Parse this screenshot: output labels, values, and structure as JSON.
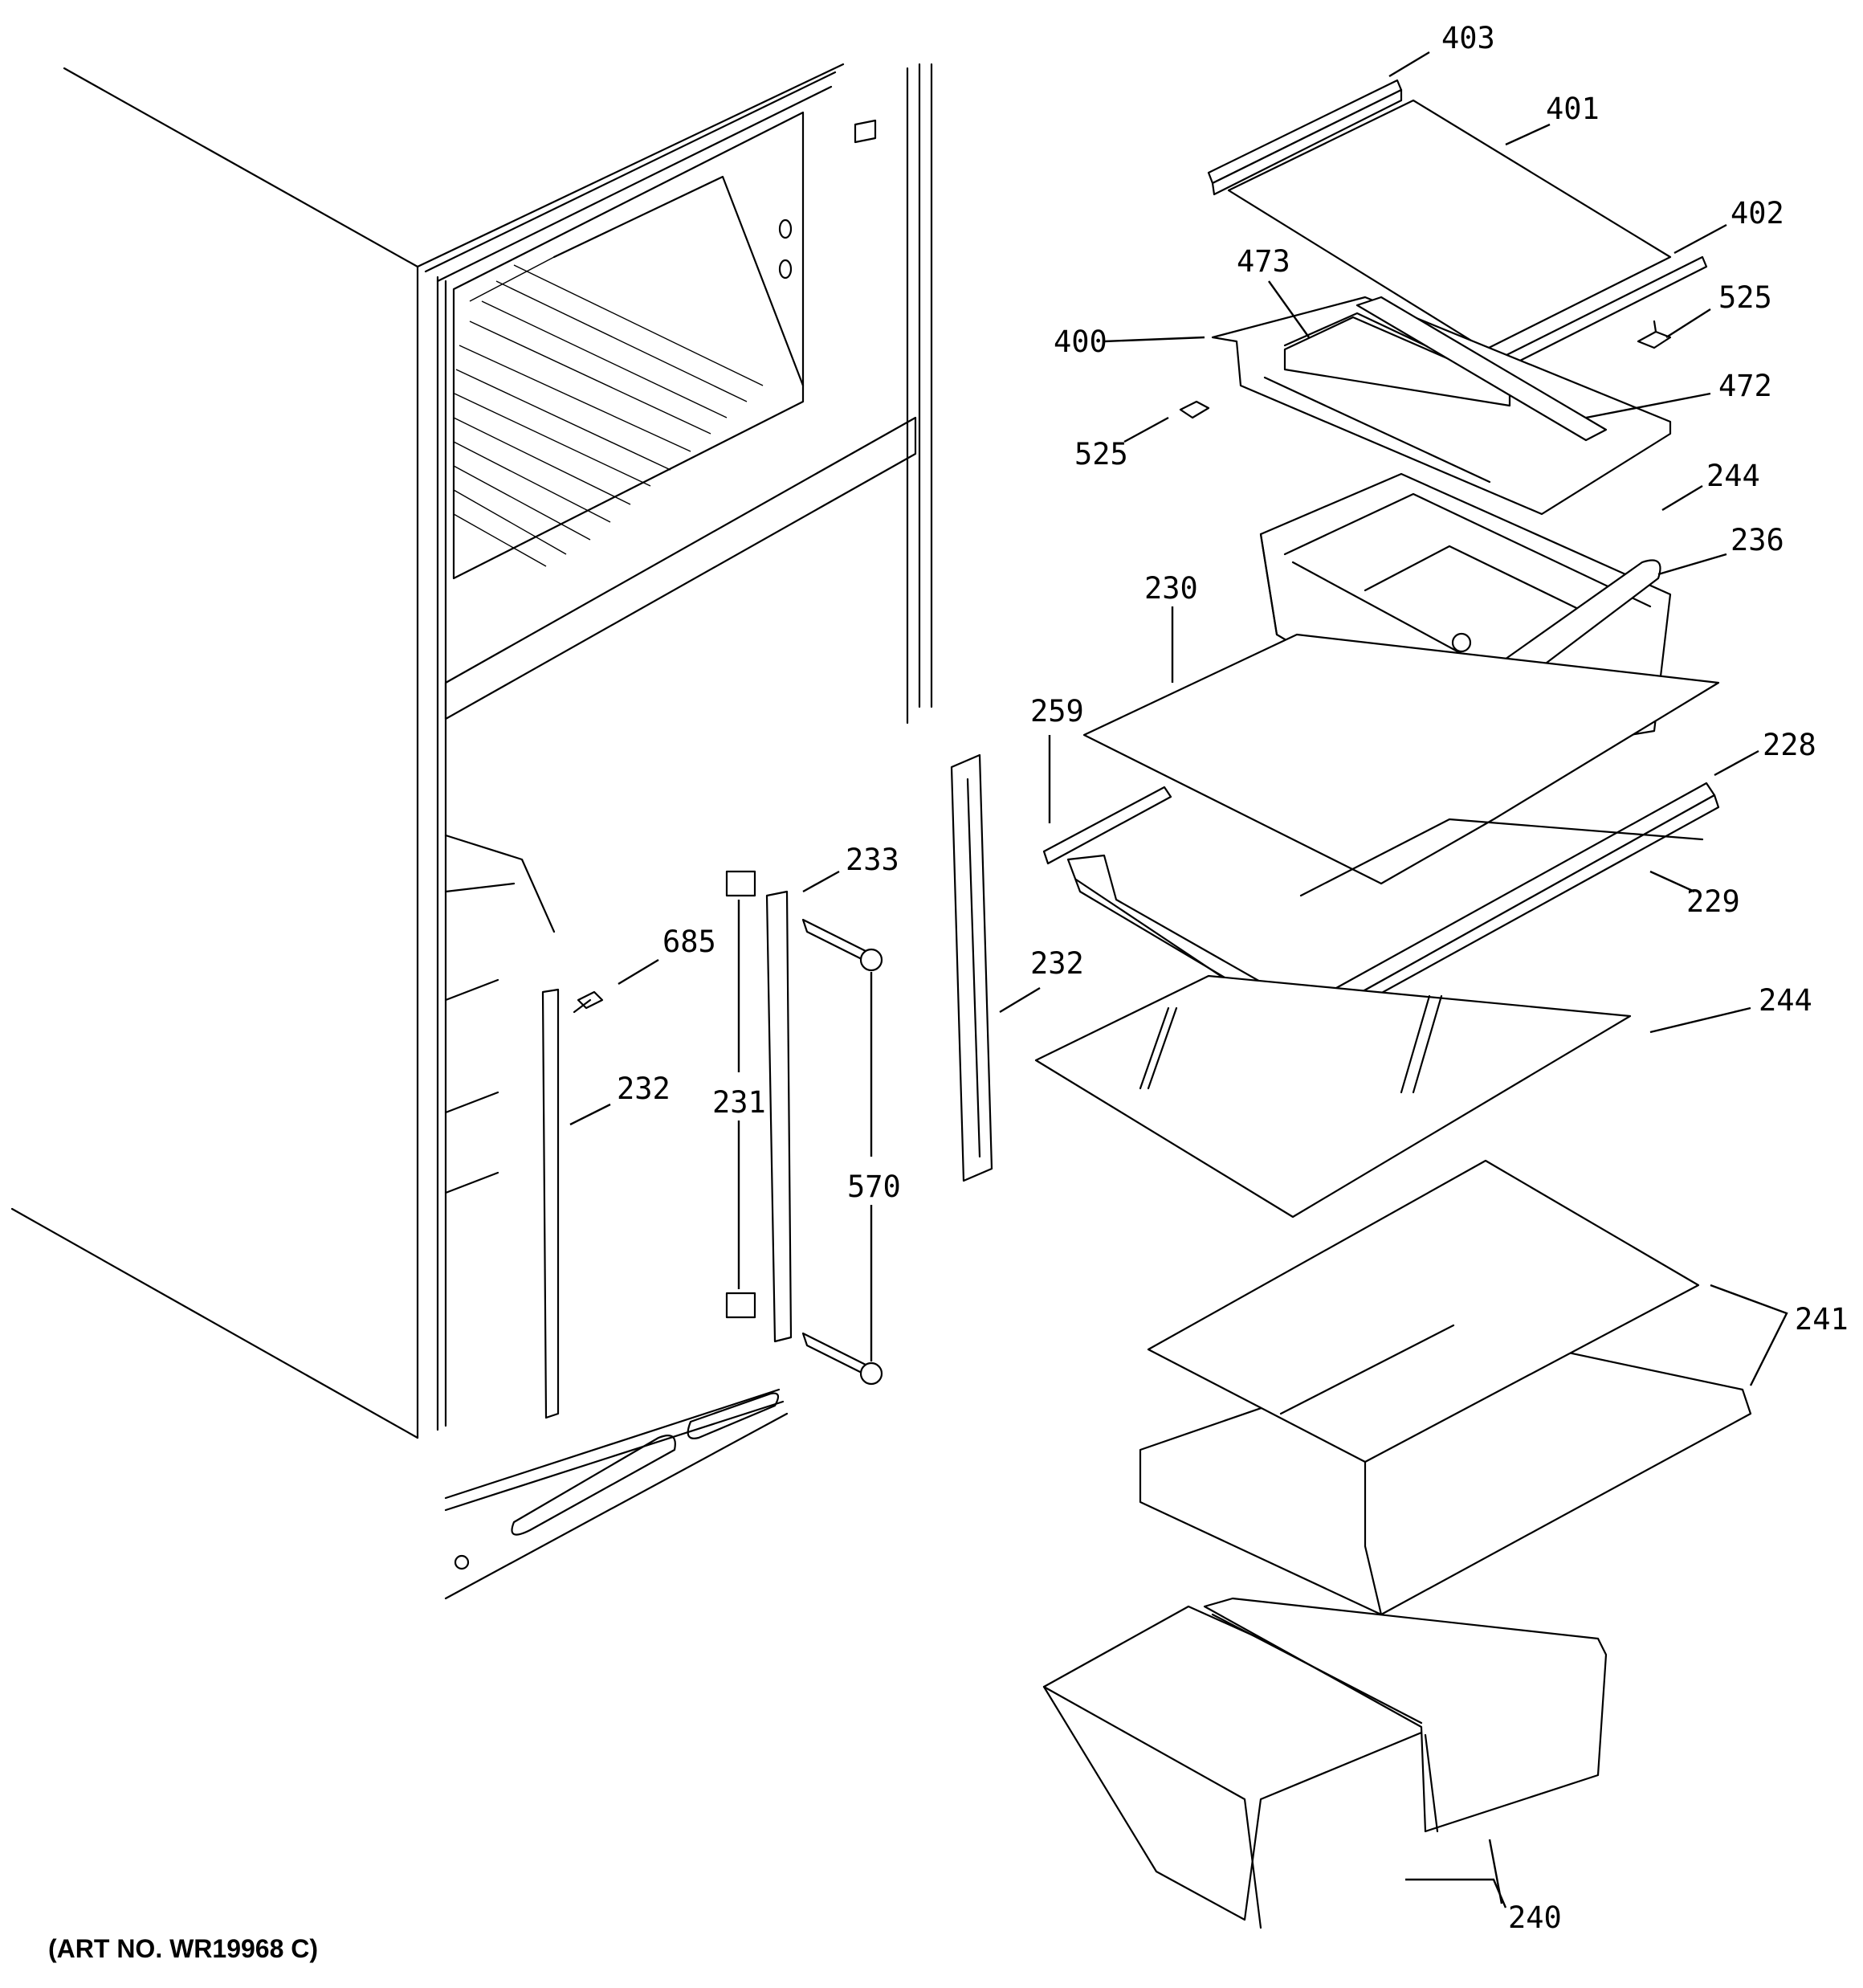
{
  "art_number": "(ART NO. WR19968 C)",
  "callouts": {
    "c403": "403",
    "c401": "401",
    "c402": "402",
    "c473": "473",
    "c525a": "525",
    "c400": "400",
    "c472": "472",
    "c525b": "525",
    "c244a": "244",
    "c236": "236",
    "c230": "230",
    "c259": "259",
    "c228": "228",
    "c233": "233",
    "c229": "229",
    "c685": "685",
    "c232a": "232",
    "c232b": "232",
    "c244b": "244",
    "c231": "231",
    "c570": "570",
    "c241": "241",
    "c240": "240"
  }
}
